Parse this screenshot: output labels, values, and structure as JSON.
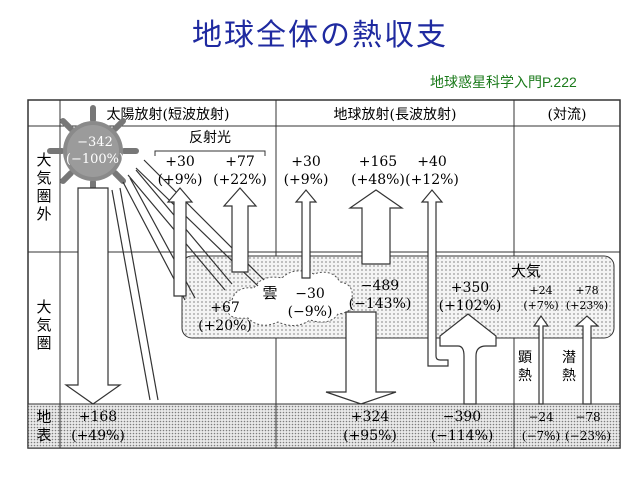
{
  "title": "地球全体の熱収支",
  "reference": "地球惑星科学入門P.222",
  "headers": {
    "solar": "太陽放射(短波放射)",
    "earth": "地球放射(長波放射)",
    "convection": "(対流)"
  },
  "row_labels": {
    "outer": [
      "大",
      "気",
      "圏",
      "外"
    ],
    "atmosphere": [
      "大",
      "気",
      "圏"
    ],
    "surface": [
      "地",
      "表"
    ]
  },
  "sun": {
    "value": "−342",
    "percent": "(−100%)"
  },
  "reflected_label": "反射光",
  "reflected": [
    {
      "value": "+30",
      "percent": "(+9%)"
    },
    {
      "value": "+77",
      "percent": "(+22%)"
    }
  ],
  "outgoing_longwave": [
    {
      "value": "+30",
      "percent": "(+9%)"
    },
    {
      "value": "+165",
      "percent": "(+48%)"
    },
    {
      "value": "+40",
      "percent": "(+12%)"
    }
  ],
  "atmosphere_label": "大気",
  "cloud_label": "雲",
  "atmosphere_values": {
    "absorbed": {
      "value": "+67",
      "percent": "(+20%)"
    },
    "cloud": {
      "value": "−30",
      "percent": "(−9%)"
    },
    "net": {
      "value": "−489",
      "percent": "(−143%)"
    },
    "back": {
      "value": "+350",
      "percent": "(+102%)"
    },
    "sensible_up": {
      "value": "+24",
      "percent": "(+7%)"
    },
    "latent_up": {
      "value": "+78",
      "percent": "(+23%)"
    }
  },
  "convection_labels": {
    "sensible": [
      "顕",
      "熱"
    ],
    "latent": [
      "潜",
      "熱"
    ]
  },
  "surface_values": {
    "absorbed": {
      "value": "+168",
      "percent": "(+49%)"
    },
    "back": {
      "value": "+324",
      "percent": "(+95%)"
    },
    "emitted": {
      "value": "−390",
      "percent": "(−114%)"
    },
    "sensible": {
      "value": "−24",
      "percent": "(−7%)"
    },
    "latent": {
      "value": "−78",
      "percent": "(−23%)"
    }
  }
}
